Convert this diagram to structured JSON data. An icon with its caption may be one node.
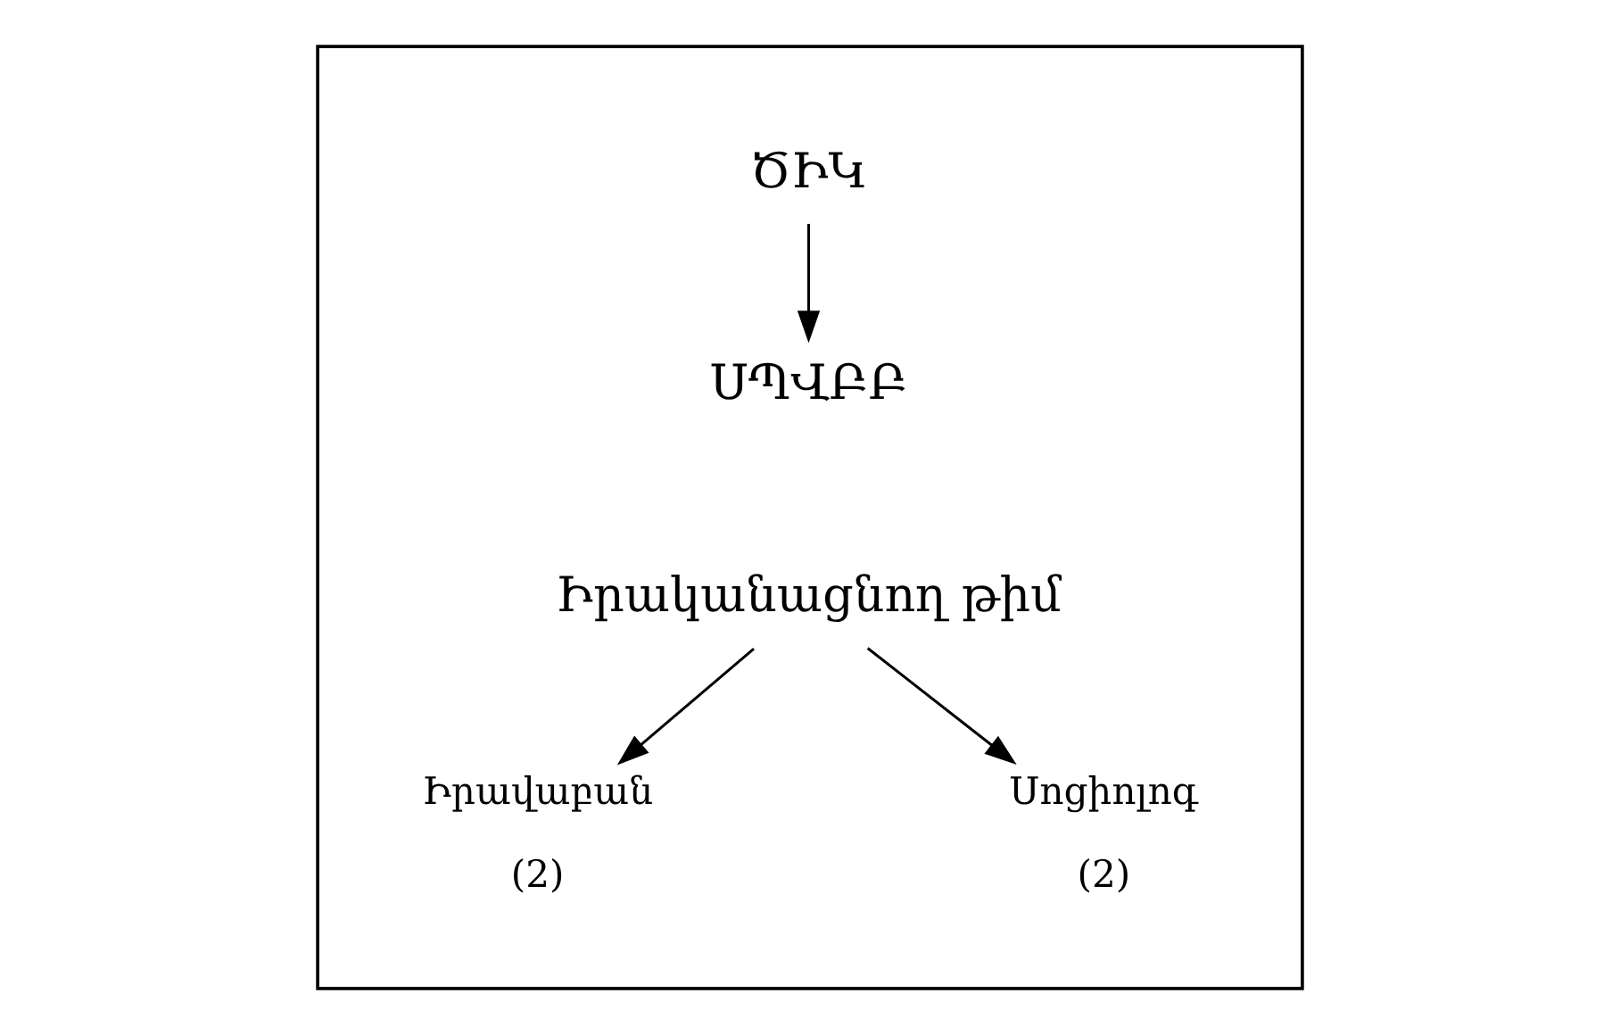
{
  "diagram": {
    "nodes": [
      {
        "text": [],
        "shape": "box"
      },
      {
        "text": [
          "ԾԻԿ"
        ],
        "in": 0
      },
      {
        "text": [
          "ՍՊՎԲԲ"
        ],
        "in": 0
      },
      {
        "text": [
          "Իրականացնող թիմ"
        ],
        "in": 0
      },
      {
        "text": [
          "Իրավաբան"
        ],
        "in": 0,
        "beside": [
          "(2)"
        ]
      },
      {
        "text": [
          "Սոցիոլոգ"
        ],
        "in": 0,
        "beside": [
          "(2)"
        ]
      }
    ],
    "edges": [
      {
        "from": 1,
        "to": 2,
        "arrow": "to"
      },
      {
        "from": 3,
        "to": 4,
        "arrow": "to"
      },
      {
        "from": 3,
        "to": 5,
        "arrow": "to"
      }
    ]
  }
}
